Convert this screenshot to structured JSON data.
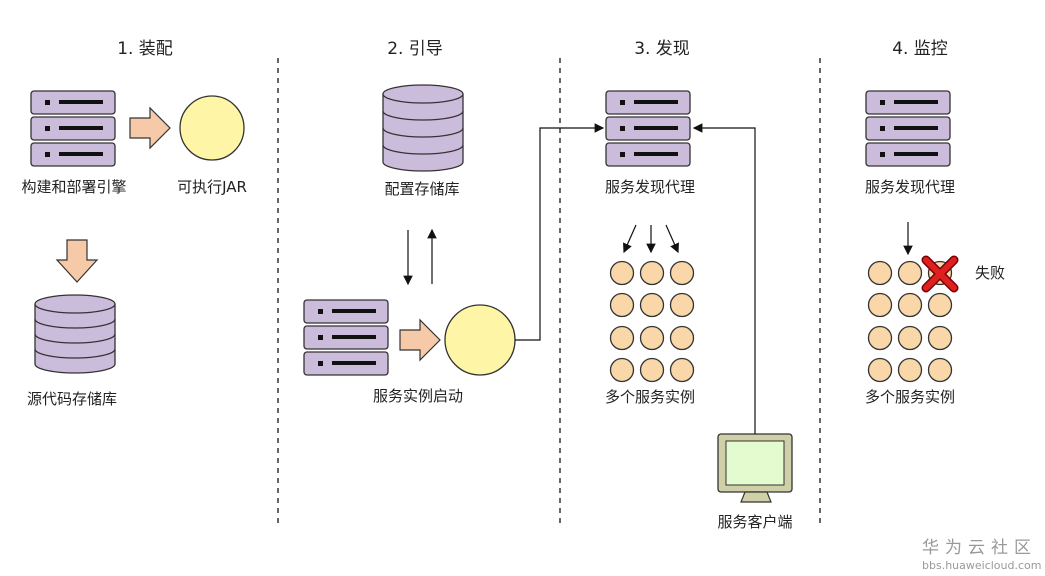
{
  "sections": [
    {
      "title": "1. 装配"
    },
    {
      "title": "2. 引导"
    },
    {
      "title": "3. 发现"
    },
    {
      "title": "4. 监控"
    }
  ],
  "labels": {
    "build_engine": "构建和部署引擎",
    "executable_jar": "可执行JAR",
    "source_repo": "源代码存储库",
    "config_repo": "配置存储库",
    "instance_start": "服务实例启动",
    "discovery_agent_3": "服务发现代理",
    "instances_3": "多个服务实例",
    "service_client": "服务客户端",
    "discovery_agent_4": "服务发现代理",
    "failed": "失败",
    "instances_4": "多个服务实例"
  },
  "watermark": {
    "name": "华为云社区",
    "url": "bbs.huaweicloud.com"
  },
  "colors": {
    "server": "#cbbcdb",
    "arrow": "#f6caa8",
    "jar": "#fff5a6",
    "instance": "#fad7a8",
    "monitor_screen": "#e4fbd0",
    "failure": "#e02020"
  }
}
